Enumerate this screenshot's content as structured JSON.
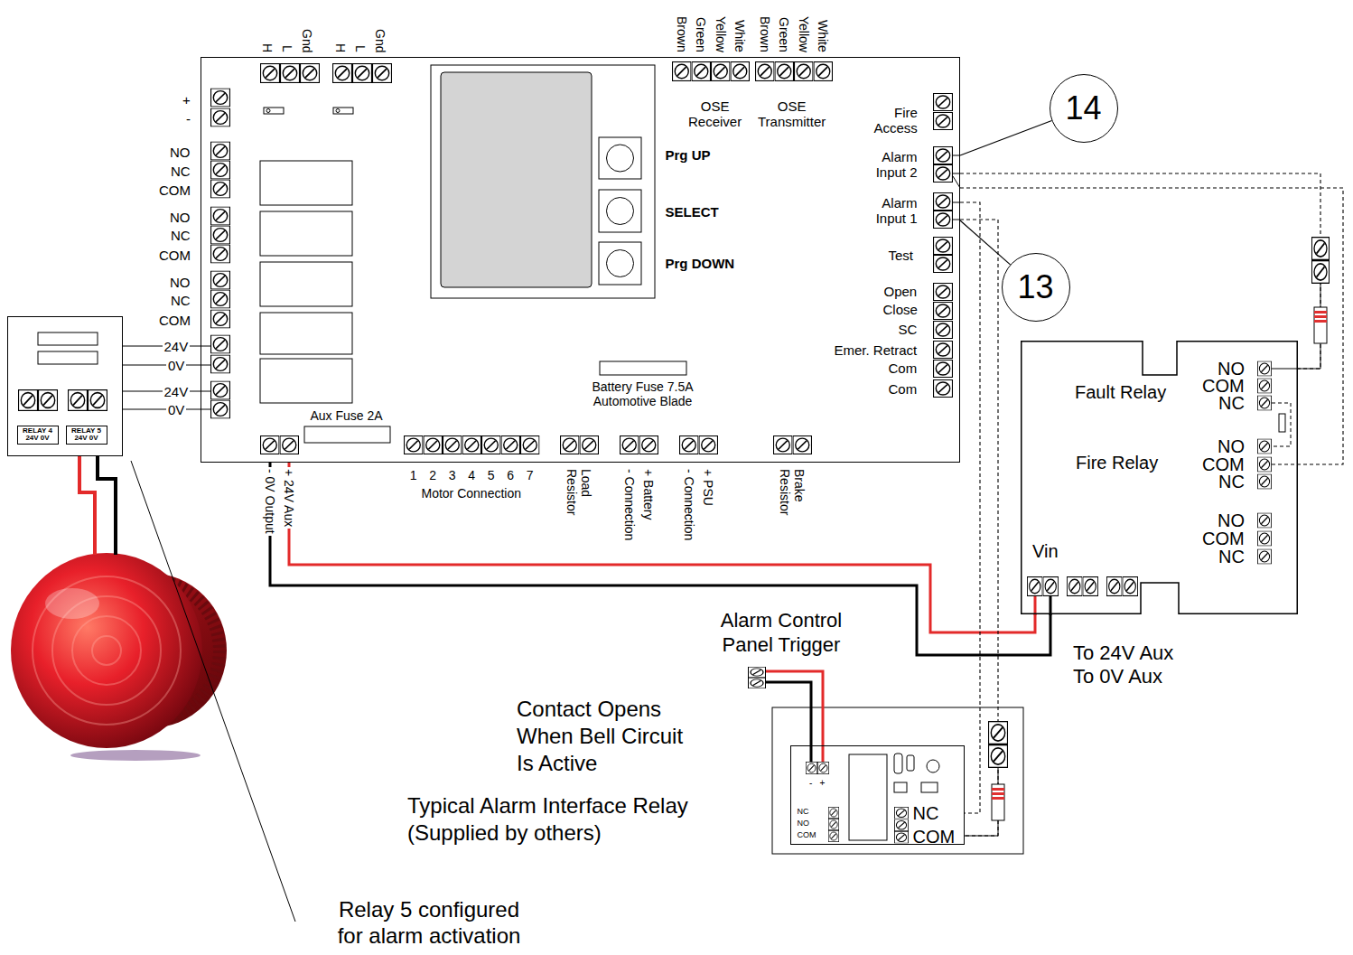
{
  "diagram": {
    "nodes": [
      {
        "text": [
          "Prg UP",
          "SELECT",
          "Prg DOWN",
          "OSE Receiver",
          "OSE Transmitter",
          "Fire Access",
          "Alarm Input 2",
          "Alarm Input 1",
          "Test",
          "Open",
          "Close",
          "SC",
          "Emer. Retract",
          "Com",
          "Com",
          "Battery Fuse 7.5A Automotive Blade",
          "Aux Fuse 2A"
        ]
      },
      {
        "text": [
          "14"
        ]
      },
      {
        "text": [
          "13"
        ]
      },
      {
        "text": []
      },
      {
        "text": [
          "RELAY 4 24V 0V"
        ],
        "in": 3
      },
      {
        "text": [
          "RELAY 5 24V 0V"
        ],
        "in": 3
      },
      {
        "text": [
          "Fault Relay",
          "NO",
          "COM",
          "NC",
          "Fire Relay",
          "NO",
          "COM",
          "NC",
          "NO",
          "COM",
          "NC",
          "Vin"
        ]
      },
      {
        "text": [
          "-",
          "+",
          "NC",
          "NO",
          "COM",
          "NC",
          "COM"
        ]
      }
    ],
    "edges": [
      {
        "from": 3,
        "to": 0,
        "label": "24V",
        "arrow": "none"
      },
      {
        "from": 3,
        "to": 0,
        "label": "0V",
        "arrow": "none"
      },
      {
        "from": 3,
        "to": 0,
        "label": "24V",
        "arrow": "none"
      },
      {
        "from": 3,
        "to": 0,
        "label": "0V",
        "arrow": "none"
      },
      {
        "from": 1,
        "to": 0,
        "arrow": "none"
      },
      {
        "from": 2,
        "to": 0,
        "arrow": "none"
      },
      {
        "from": 0,
        "to": 6,
        "arrow": "none"
      },
      {
        "from": 0,
        "to": 6,
        "arrow": "none"
      },
      {
        "from": 0,
        "to": 6,
        "arrow": "none"
      },
      {
        "from": 0,
        "to": 6,
        "arrow": "none"
      },
      {
        "from": 0,
        "to": 7,
        "arrow": "none"
      },
      {
        "from": 0,
        "to": 7,
        "arrow": "none"
      }
    ],
    "labels": [
      "H",
      "L",
      "Gnd",
      "H",
      "L",
      "Gnd",
      "Brown",
      "Green",
      "Yellow",
      "White",
      "Brown",
      "Green",
      "Yellow",
      "White",
      "+",
      "-",
      "NO",
      "NC",
      "COM",
      "NO",
      "NC",
      "COM",
      "NO",
      "NC",
      "COM",
      "+ 24V Aux",
      "- 0V Output",
      "1",
      "2",
      "3",
      "4",
      "5",
      "6",
      "7",
      "Motor Connection",
      "Load Resistor",
      "+ Battery",
      "- Connection",
      "+ PSU",
      "- Connection",
      "Brake Resistor",
      "To 24V Aux",
      "To 0V Aux",
      "Alarm Control Panel Trigger",
      "Contact Opens When Bell Circuit Is Active",
      "Typical Alarm Interface Relay (Supplied by others)",
      "Relay 5 configured for alarm activation"
    ]
  }
}
